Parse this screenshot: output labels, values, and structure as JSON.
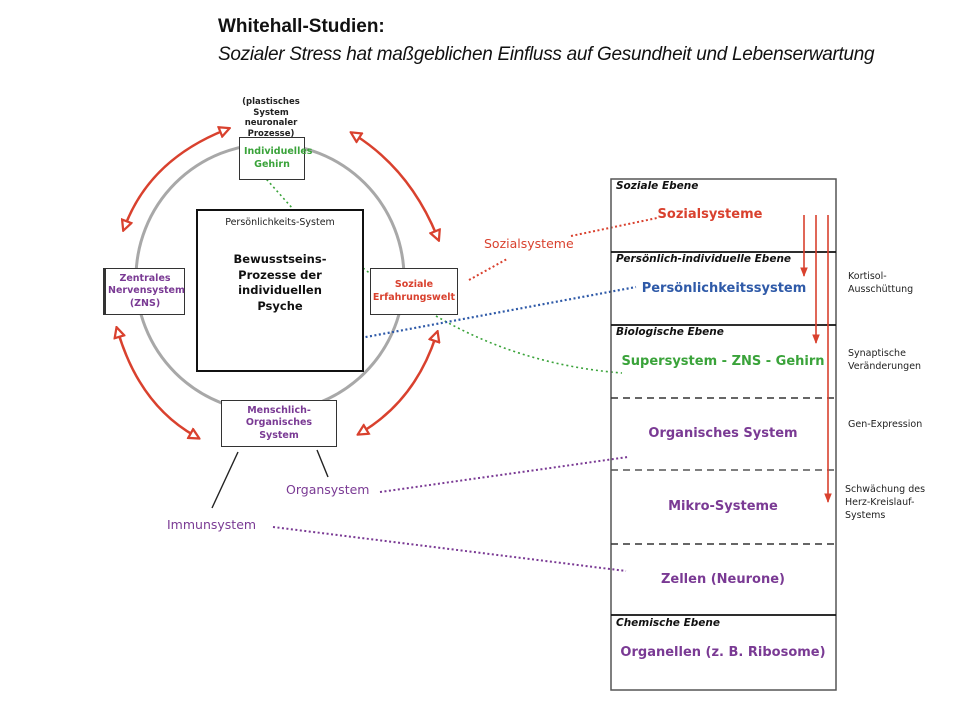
{
  "header": {
    "title": "Whitehall-Studien:",
    "subtitle": "Sozialer Stress hat maßgeblichen Einfluss auf Gesundheit und Lebenserwartung"
  },
  "circle_diagram": {
    "brain_note": "(plastisches System neuronaler Prozesse)",
    "brain_box": "Individuelles Gehirn",
    "personality_box_title": "Persönlichkeits-System",
    "personality_box_body": "Bewusstseins-Prozesse der individuellen Psyche",
    "zns_box": "Zentrales Nervensystem (ZNS)",
    "social_box": "Soziale Erfahrungswelt",
    "organic_box": "Menschlich-Organisches System",
    "sozialsysteme_label": "Sozialsysteme",
    "organsystem_label": "Organsystem",
    "immunsystem_label": "Immunsystem"
  },
  "levels": {
    "social": {
      "heading": "Soziale Ebene",
      "item": "Sozialsysteme"
    },
    "personal": {
      "heading": "Persönlich-individuelle Ebene",
      "item": "Persönlichkeitssystem"
    },
    "biological": {
      "heading": "Biologische Ebene",
      "items": [
        "Supersystem - ZNS - Gehirn",
        "Organisches System",
        "Mikro-Systeme",
        "Zellen (Neurone)"
      ]
    },
    "chemical": {
      "heading": "Chemische Ebene",
      "item": "Organellen (z. B. Ribosome)"
    }
  },
  "effects": [
    "Kortisol-Ausschüttung",
    "Synaptische Veränderungen",
    "Gen-Expression",
    "Schwächung des Herz-Kreislauf-Systems"
  ],
  "colors": {
    "red": "#d9412e",
    "green": "#3aa33a",
    "purple": "#7a3a94",
    "blue": "#2f5aa8",
    "gray": "#a8a8a8"
  }
}
